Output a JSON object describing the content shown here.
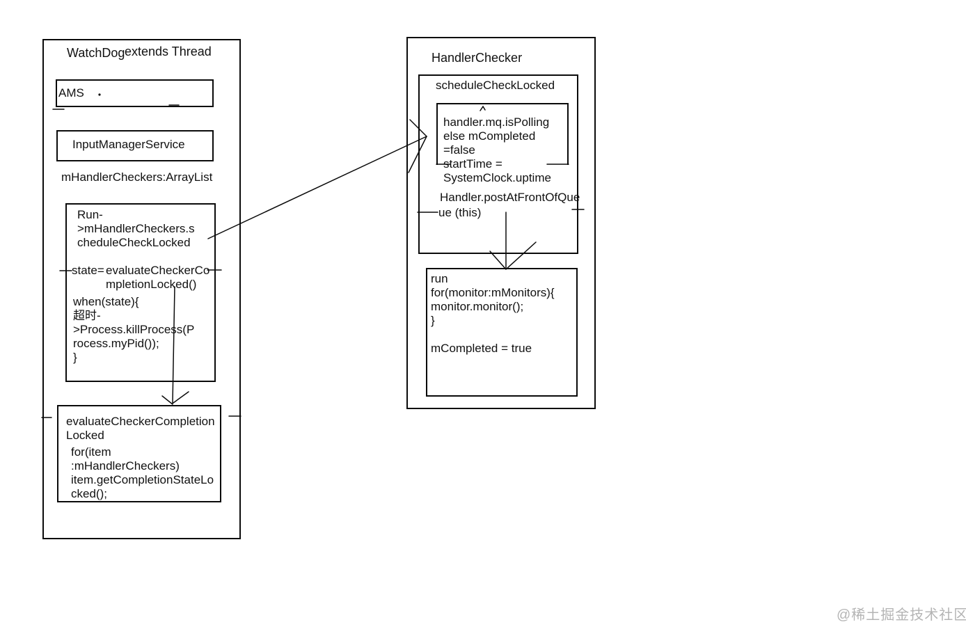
{
  "watchdog": {
    "title": "WatchDog",
    "extends": "extends Thread",
    "ams_label": "AMS",
    "input_manager_label": "InputManagerService",
    "handler_checkers_label": "mHandlerCheckers:ArrayList",
    "run_box": {
      "header": "Run-\n>mHandlerCheckers.s\ncheduleCheckLocked",
      "state_label": "state=",
      "state_value": "evaluateCheckerCo\nmpletionLocked()",
      "body": "when(state){\n超时-\n>Process.killProcess(P\nrocess.myPid());\n}"
    },
    "evaluate_box": {
      "title": "evaluateCheckerCompletion\nLocked",
      "body": "for(item\n:mHandlerCheckers)\nitem.getCompletionStateLo\ncked();"
    }
  },
  "handler_checker": {
    "title": "HandlerChecker",
    "schedule_box": {
      "title": "scheduleCheckLocked",
      "inner_code": "handler.mq.isPolling\nelse mCompleted\n=false\nstartTime =\nSystemClock.uptime",
      "post_line1": "Handler.postAtFrontOfQue",
      "post_line2": "ue (this)"
    },
    "run_box": {
      "body": "run\nfor(monitor:mMonitors){\nmonitor.monitor();\n}\n\nmCompleted = true"
    }
  },
  "watermark": "@稀土掘金技术社区",
  "colors": {
    "line": "#0a0a0a",
    "watermark": "#b4b4b4"
  }
}
